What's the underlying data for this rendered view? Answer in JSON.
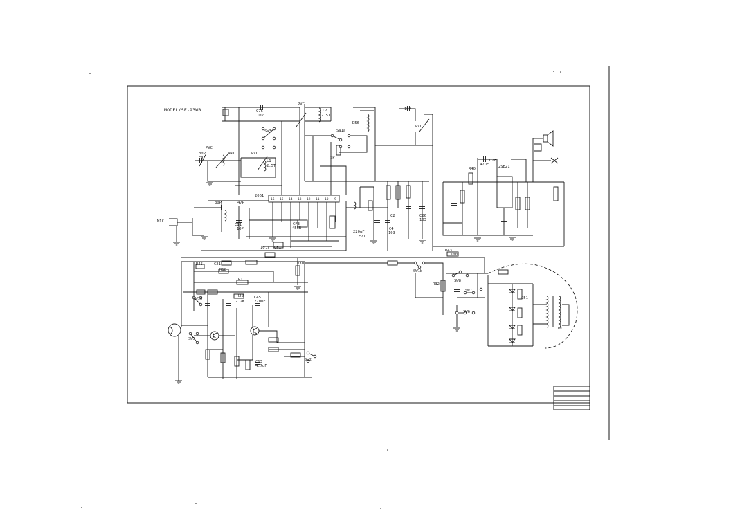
{
  "title": "MODEL/SF-93WB",
  "ic_pins": [
    "16",
    "15",
    "14",
    "13",
    "12",
    "11",
    "10",
    "9"
  ],
  "labels": {
    "c75": "C75",
    "c75_val": "102",
    "pvc_top": "PVC",
    "l2": "L2",
    "l2_val": "2.5T",
    "sw3": "SW3",
    "sw1a": "SW1a",
    "d56": "D56",
    "c18p": "18P",
    "pvc_right": "PVC",
    "c3_val": "30P",
    "c3": "C3",
    "pvc_ant": "PVC",
    "ant": "ANT",
    "pvc_l1": "PVC",
    "l1": "L1",
    "l1_val": "2.5T",
    "ic": "2061",
    "c30p": "30P",
    "c47p": "47P",
    "c11": "C11",
    "c11_val": "10P",
    "mic": "MIC",
    "sp": "SP",
    "cf3": "CF3",
    "cf3_val": "455B",
    "cf1": "CF1",
    "cf1_val": "10.7",
    "e71_val": "220uF",
    "e71": "E71",
    "c4": "C4",
    "c4_val": "103",
    "c26": "C26",
    "c26_val": "103",
    "c2": "C2",
    "c78": "C78",
    "c78_val": "47uF",
    "q_amp": "2SB21",
    "r40": "R40",
    "r43": "R43",
    "r43_val": "100",
    "r45": "R45",
    "c21": "C21",
    "r18": "R18",
    "r11": "R11",
    "sw10": "SW10",
    "r22": "R22",
    "r22_val": "2.2K",
    "c45": "C45",
    "c45_val": "220uF",
    "c13": "C13",
    "c13_val": "4.7uF",
    "sw2": "SW2",
    "sw5": "SW5",
    "r30": "R30",
    "sw8": "SW8",
    "sw7": "SW7",
    "sw6": "SW6",
    "sw1b": "SW1b",
    "r32": "R32",
    "tn": "TN",
    "c51": "C51"
  }
}
